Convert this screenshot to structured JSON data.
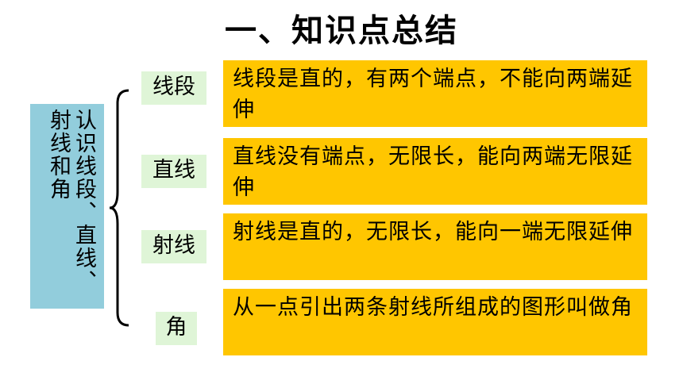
{
  "title": "一、知识点总结",
  "left_label": "认识线段、直线、射线和角",
  "terms": [
    "线段",
    "直线",
    "射线",
    "角"
  ],
  "definitions": [
    "线段是直的，有两个端点，不能向两端延伸",
    "直线没有端点，无限长，能向两端无限延伸",
    "射线是直的，无限长，能向一端无限延伸",
    "从一点引出两条射线所组成的图形叫做角"
  ],
  "colors": {
    "left_box": "#92CDDC",
    "term_box": "#DFF5D7",
    "definition_box": "#FFC600"
  }
}
